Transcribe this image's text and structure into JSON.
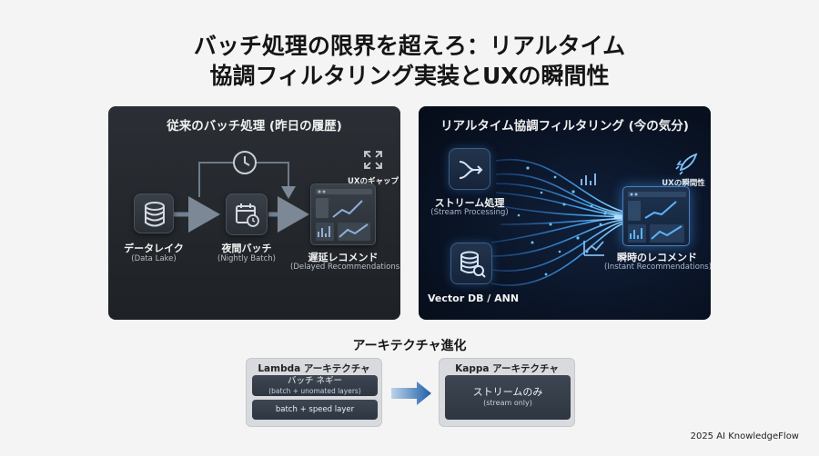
{
  "title": {
    "line1": "バッチ処理の限界を超えろ：リアルタイム",
    "line2": "協調フィルタリング実装とUXの瞬間性"
  },
  "left_panel": {
    "title": "従来のバッチ処理 (昨日の履歴)",
    "data_lake": {
      "label": "データレイク",
      "sub": "(Data Lake)"
    },
    "nightly_batch": {
      "label": "夜間バッチ",
      "sub": "(Nightly Batch)"
    },
    "delayed": {
      "label": "遅延レコメンド",
      "sub": "(Delayed Recommendations)"
    },
    "gap_label": "UXのギャップ"
  },
  "right_panel": {
    "title": "リアルタイム協調フィルタリング (今の気分)",
    "stream": {
      "label": "ストリーム処理",
      "sub": "(Stream Processing)"
    },
    "vector_db": {
      "label": "Vector DB / ANN"
    },
    "instant": {
      "label": "瞬時のレコメンド",
      "sub": "(Instant Recommendations)"
    },
    "ux_label": "UXの瞬間性"
  },
  "architecture": {
    "title": "アーキテクチャ進化",
    "lambda": {
      "title": "Lambda アーキテクチャ",
      "row1_label": "バッチ ネギー",
      "row1_sub": "(batch + unomated layers)",
      "row2_label": "batch + speed layer"
    },
    "kappa": {
      "title": "Kappa アーキテクチャ",
      "label": "ストリームのみ",
      "sub": "(stream only)"
    }
  },
  "footer": "2025 AI KnowledgeFlow",
  "colors": {
    "accent_blue": "#3aa0ff",
    "left_panel_bg": "#262a2f",
    "right_panel_bg": "#0a1426"
  }
}
